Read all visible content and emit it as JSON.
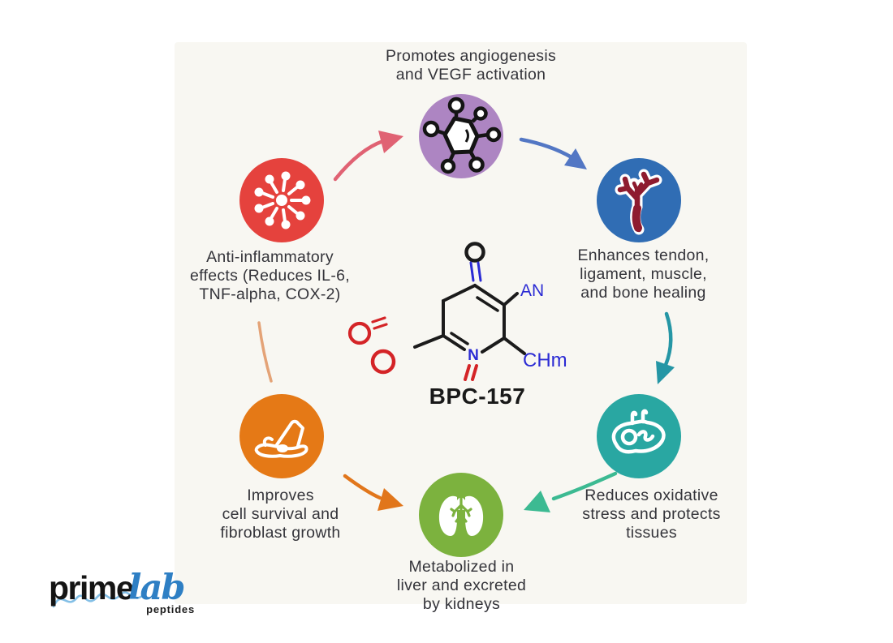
{
  "diagram": {
    "title_compound": "BPC-157",
    "nodes": [
      {
        "id": "anti-inflammatory",
        "icon": "virus-icon",
        "color": "#e5423d",
        "icon_color": "#ffffff",
        "lines": [
          "Anti-inflammatory",
          "effects (Reduces IL-6,",
          "TNF-alpha, COX-2)"
        ]
      },
      {
        "id": "angiogenesis",
        "icon": "molecule-icon",
        "color": "#ad85c2",
        "icon_color": "#ffffff",
        "lines": [
          "Promotes angiogenesis",
          "and VEGF activation"
        ]
      },
      {
        "id": "tendon-healing",
        "icon": "blood-vessel-icon",
        "color": "#306db4",
        "icon_color": "#8e1b2f",
        "lines": [
          "Enhances tendon,",
          "ligament, muscle,",
          "and bone healing"
        ]
      },
      {
        "id": "oxidative-stress",
        "icon": "liver-icon",
        "color": "#29a7a2",
        "icon_color": "#ffffff",
        "lines": [
          "Reduces oxidative",
          "stress and protects",
          "tissues"
        ]
      },
      {
        "id": "metabolism",
        "icon": "lungs-icon",
        "color": "#7cb23e",
        "icon_color": "#ffffff",
        "lines": [
          "Metabolized in",
          "liver and excreted",
          "by kidneys"
        ]
      },
      {
        "id": "cell-survival",
        "icon": "foot-icon",
        "color": "#e57916",
        "icon_color": "#ffffff",
        "lines": [
          "Improves",
          "cell survival and",
          "fibroblast growth"
        ]
      }
    ],
    "arrows": [
      {
        "id": "anti-to-angiogenesis",
        "color": "#e06273"
      },
      {
        "id": "angiogenesis-to-tendon",
        "color": "#5377c4"
      },
      {
        "id": "tendon-to-oxidative",
        "color": "#2596a5"
      },
      {
        "id": "oxidative-to-metabolism",
        "color": "#3cba92"
      },
      {
        "id": "cell-survival-to-metabolism",
        "color": "#e1761b"
      },
      {
        "id": "anti-to-cell-survival",
        "color": "#e4a377"
      }
    ],
    "molecule": {
      "name": "BPC-157",
      "amine_label": "AN",
      "side_label": "CHm",
      "ring_nitrogen": "N",
      "bond_color": "#1b1b1b",
      "nitrogen_color": "#2b2bd4",
      "ketone_color": "#d42427",
      "name_color": "#191919"
    }
  },
  "logo": {
    "word_prime": "prime",
    "word_lab": "lab",
    "word_peptides": "peptides",
    "prime_color": "#141414",
    "lab_color": "#2e7fc4",
    "script_color": "#5aa9de"
  }
}
